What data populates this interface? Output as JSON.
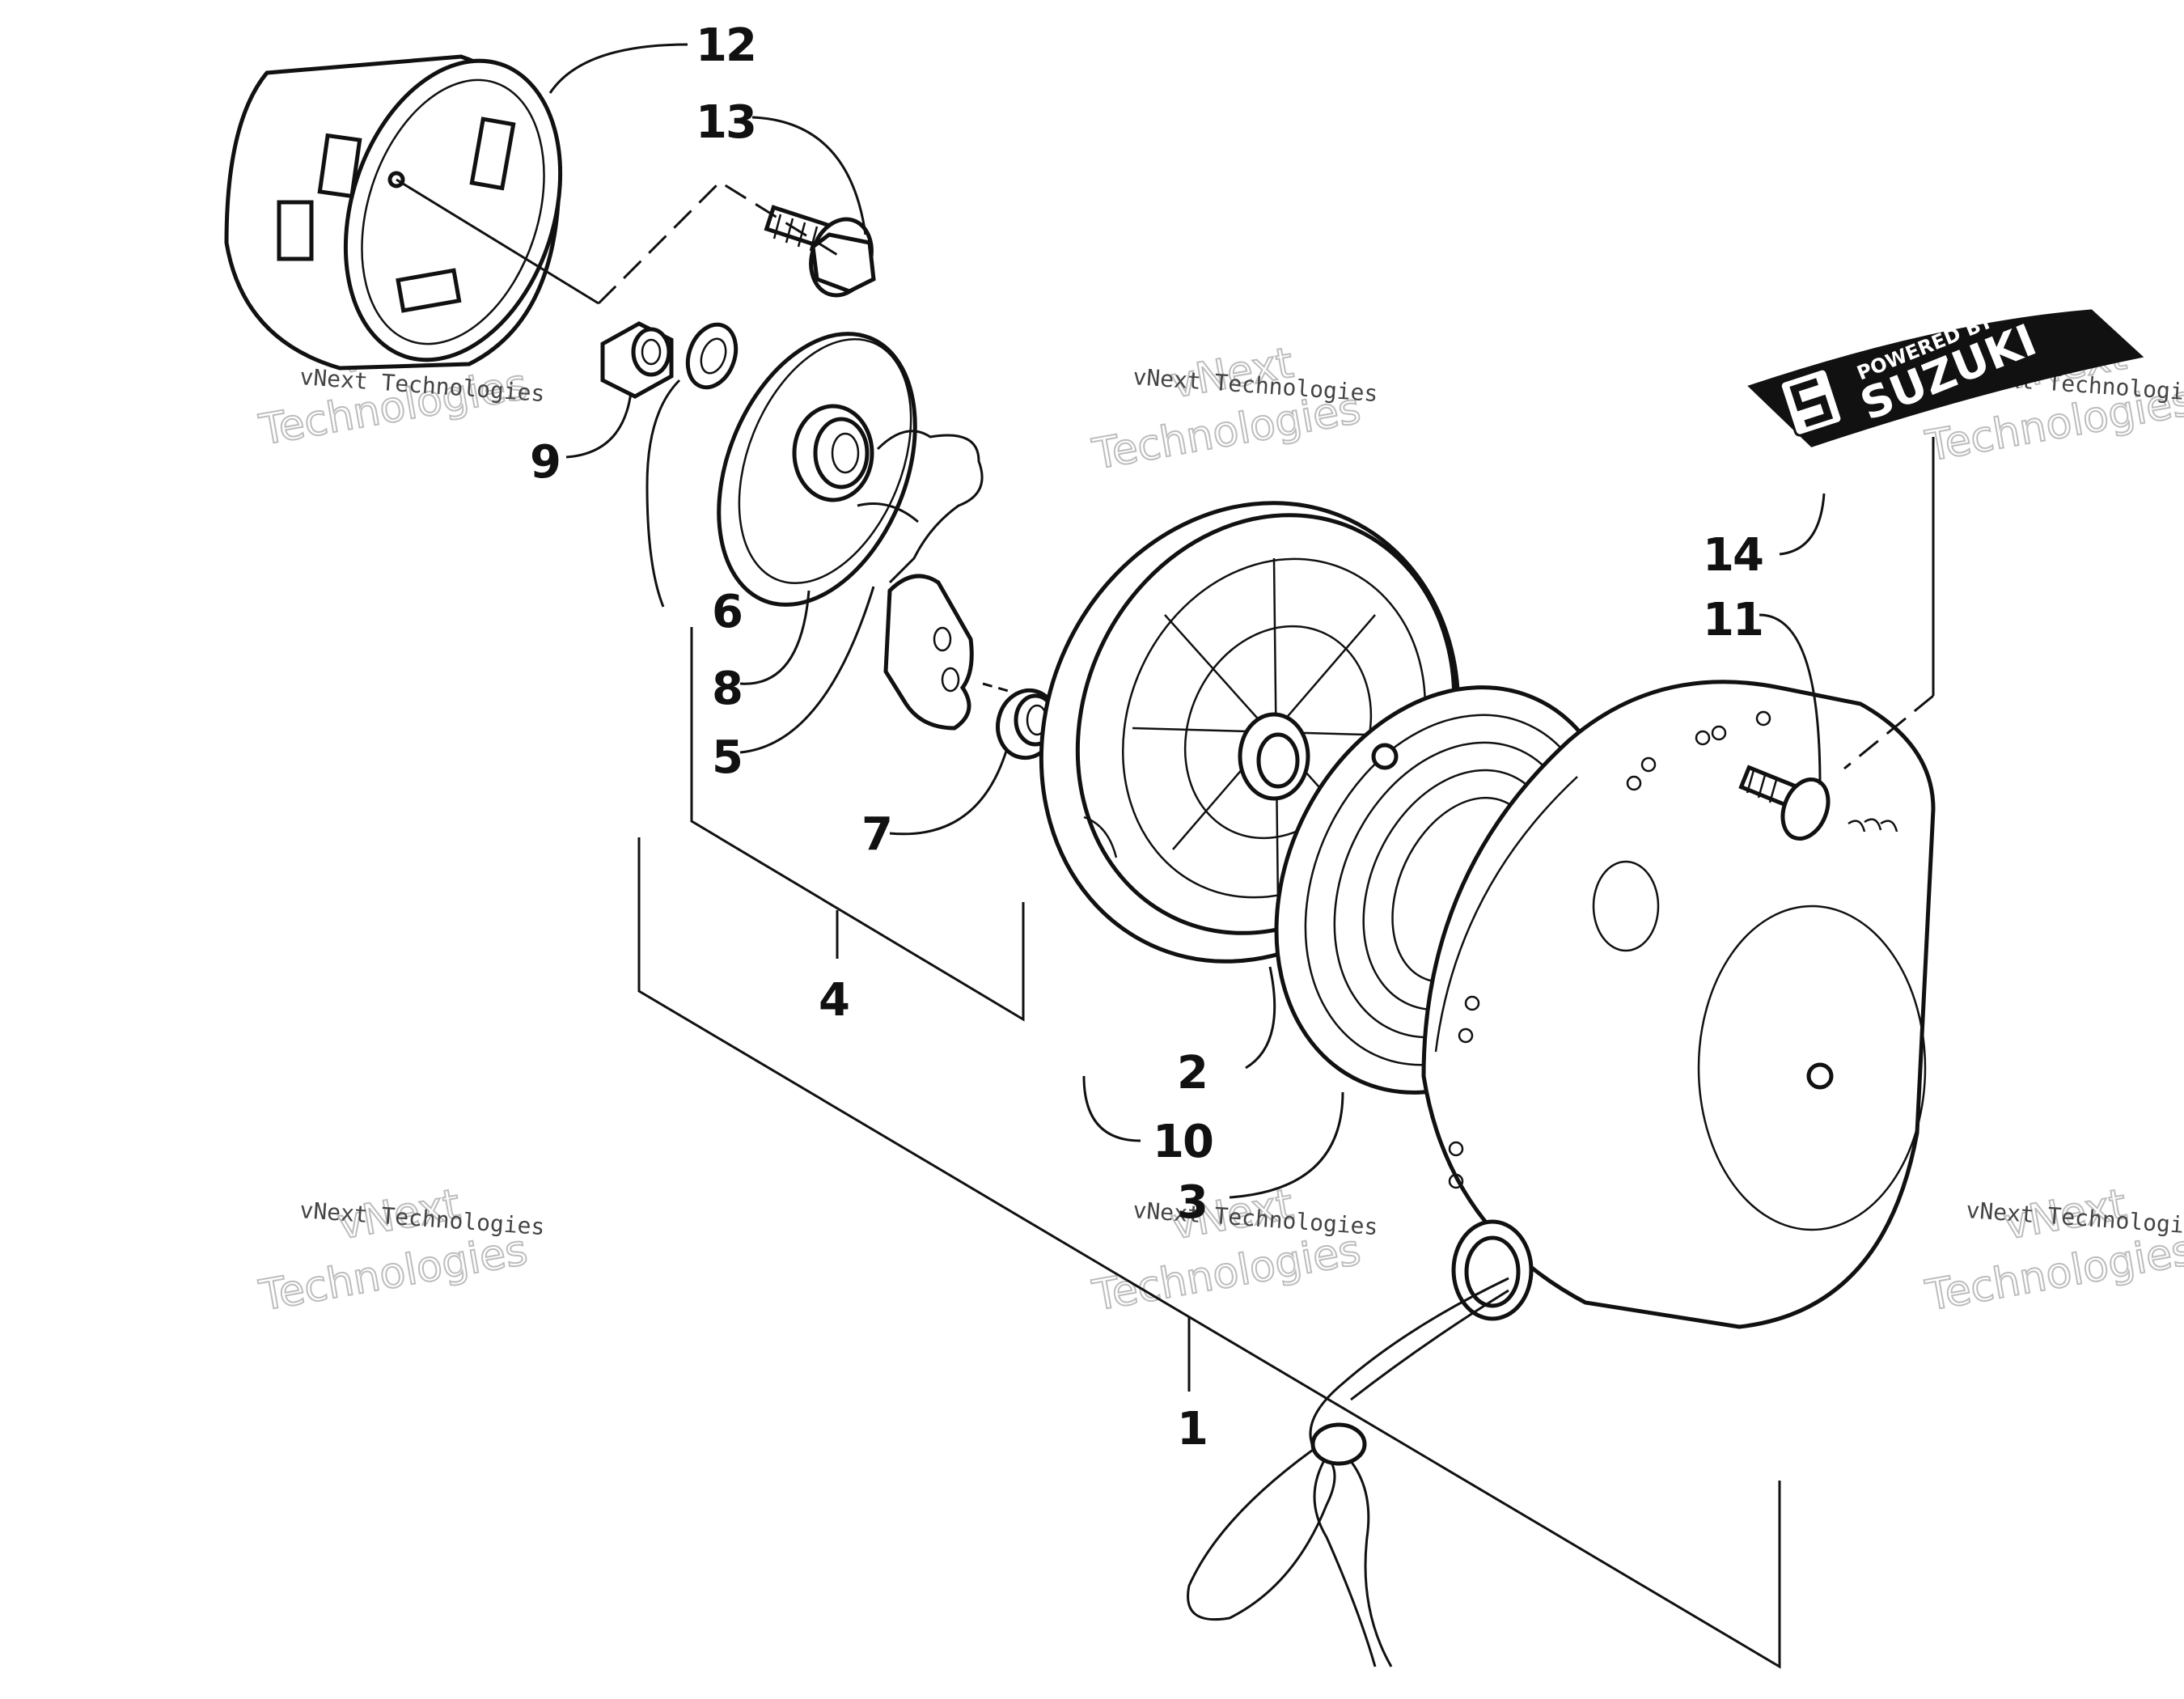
{
  "callouts": [
    {
      "id": "1",
      "text": "1"
    },
    {
      "id": "2",
      "text": "2"
    },
    {
      "id": "3",
      "text": "3"
    },
    {
      "id": "4",
      "text": "4"
    },
    {
      "id": "5",
      "text": "5"
    },
    {
      "id": "6",
      "text": "6"
    },
    {
      "id": "7",
      "text": "7"
    },
    {
      "id": "8",
      "text": "8"
    },
    {
      "id": "9",
      "text": "9"
    },
    {
      "id": "10",
      "text": "10"
    },
    {
      "id": "11",
      "text": "11"
    },
    {
      "id": "12",
      "text": "12"
    },
    {
      "id": "13",
      "text": "13"
    },
    {
      "id": "14",
      "text": "14"
    }
  ],
  "decal": {
    "line1": "POWERED BY",
    "line2": "SUZUKI"
  },
  "watermark": {
    "small": "vNext Technologies",
    "big_top": "vNext",
    "big_bottom": "Technologies"
  }
}
